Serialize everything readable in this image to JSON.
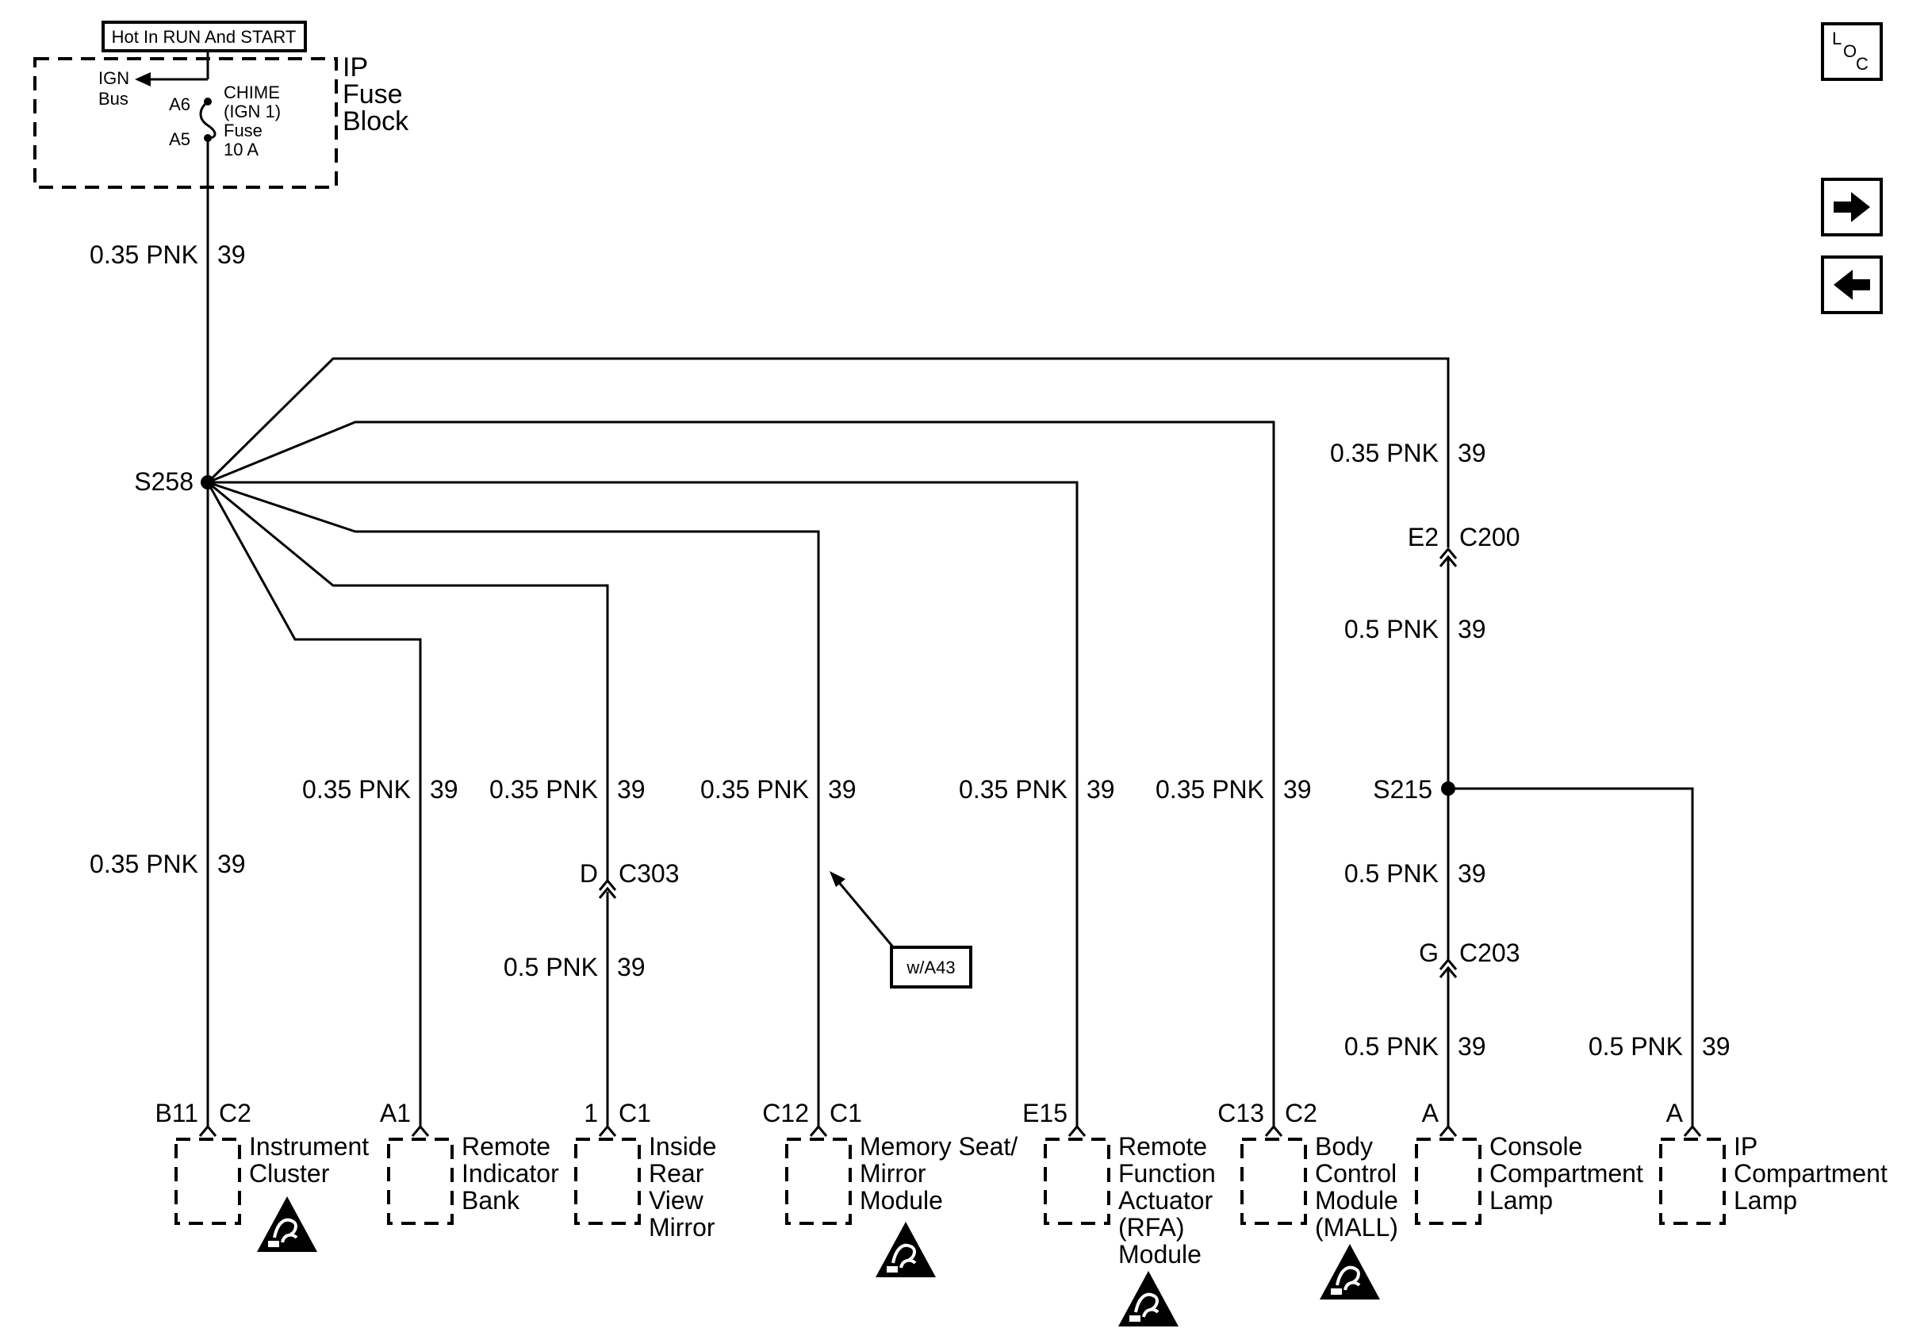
{
  "header": {
    "power_label": "Hot In RUN And START",
    "loc_button": {
      "l": "L",
      "o": "O",
      "c": "C"
    },
    "icons": {
      "next": "right-arrow-icon",
      "prev": "left-arrow-icon",
      "esd": "esd-warning-icon"
    }
  },
  "fuse_block": {
    "ign": "IGN",
    "bus": "Bus",
    "pin_top": "A6",
    "pin_bottom": "A5",
    "fuse_name": "CHIME",
    "fuse_circuit": "(IGN 1)",
    "fuse_word": "Fuse",
    "fuse_rating": "10 A",
    "block_line1": "IP",
    "block_line2": "Fuse",
    "block_line3": "Block"
  },
  "splices": {
    "s258": "S258",
    "s215": "S215"
  },
  "wires": {
    "main_feed": {
      "gauge": "0.35 PNK",
      "circuit": "39"
    },
    "cluster": {
      "gauge": "0.35 PNK",
      "circuit": "39"
    },
    "remote_indicator": {
      "gauge": "0.35 PNK",
      "circuit": "39"
    },
    "mirror_upper": {
      "gauge": "0.35 PNK",
      "circuit": "39"
    },
    "mirror_lower": {
      "gauge": "0.5 PNK",
      "circuit": "39"
    },
    "memory_seat": {
      "gauge": "0.35 PNK",
      "circuit": "39"
    },
    "rfa": {
      "gauge": "0.35 PNK",
      "circuit": "39"
    },
    "bcm": {
      "gauge": "0.35 PNK",
      "circuit": "39"
    },
    "right_top": {
      "gauge": "0.35 PNK",
      "circuit": "39"
    },
    "right_mid": {
      "gauge": "0.5 PNK",
      "circuit": "39"
    },
    "console_upper": {
      "gauge": "0.5 PNK",
      "circuit": "39"
    },
    "console_lower": {
      "gauge": "0.5 PNK",
      "circuit": "39"
    },
    "ip_lamp": {
      "gauge": "0.5 PNK",
      "circuit": "39"
    }
  },
  "inline_connectors": {
    "c303": {
      "pin": "D",
      "name": "C303"
    },
    "c200": {
      "pin": "E2",
      "name": "C200"
    },
    "c203": {
      "pin": "G",
      "name": "C203"
    }
  },
  "option_note": "w/A43",
  "components": [
    {
      "pin": "B11",
      "conn": "C2",
      "lines": [
        "Instrument",
        "Cluster"
      ]
    },
    {
      "pin": "A1",
      "conn": "",
      "lines": [
        "Remote",
        "Indicator",
        "Bank"
      ]
    },
    {
      "pin": "1",
      "conn": "C1",
      "lines": [
        "Inside",
        "Rear",
        "View",
        "Mirror"
      ]
    },
    {
      "pin": "C12",
      "conn": "C1",
      "lines": [
        "Memory Seat/",
        "Mirror",
        "Module"
      ]
    },
    {
      "pin": "E15",
      "conn": "",
      "lines": [
        "Remote",
        "Function",
        "Actuator",
        "(RFA)",
        "Module"
      ]
    },
    {
      "pin": "C13",
      "conn": "C2",
      "lines": [
        "Body",
        "Control",
        "Module",
        "(MALL)"
      ]
    },
    {
      "pin": "A",
      "conn": "",
      "lines": [
        "Console",
        "Compartment",
        "Lamp"
      ]
    },
    {
      "pin": "A",
      "conn": "",
      "lines": [
        "IP",
        "Compartment",
        "Lamp"
      ]
    }
  ]
}
